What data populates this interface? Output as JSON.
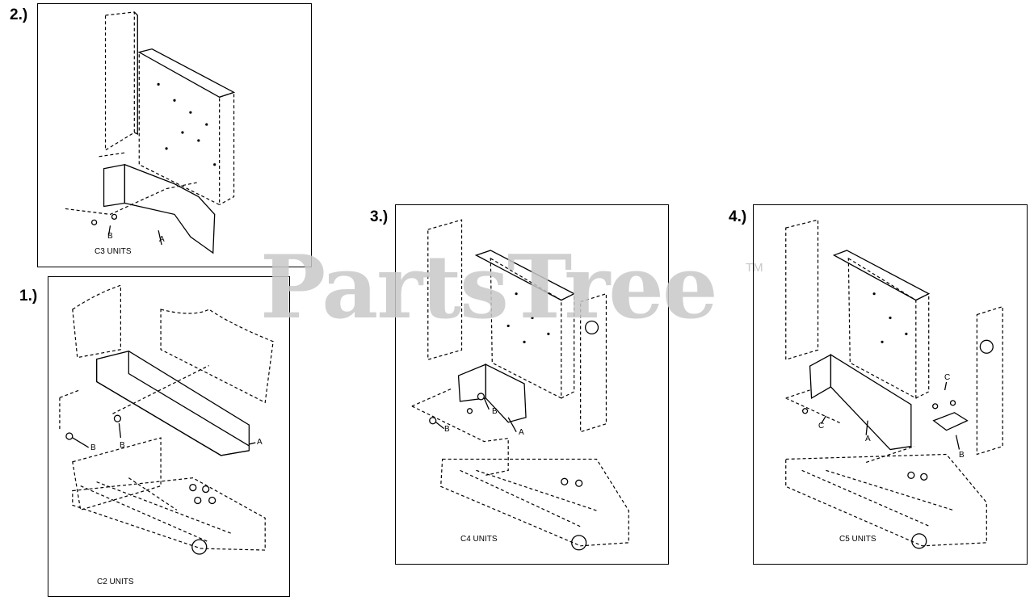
{
  "figures": [
    {
      "number": "2.)",
      "caption": "C3 UNITS",
      "callouts": [
        "A",
        "B"
      ]
    },
    {
      "number": "1.)",
      "caption": "C2 UNITS",
      "callouts": [
        "A",
        "B",
        "B"
      ]
    },
    {
      "number": "3.)",
      "caption": "C4 UNITS",
      "callouts": [
        "A",
        "B",
        "B"
      ]
    },
    {
      "number": "4.)",
      "caption": "C5 UNITS",
      "callouts": [
        "A",
        "B",
        "C",
        "C"
      ]
    }
  ],
  "watermark": {
    "text": "PartsTree",
    "trademark": "TM"
  }
}
